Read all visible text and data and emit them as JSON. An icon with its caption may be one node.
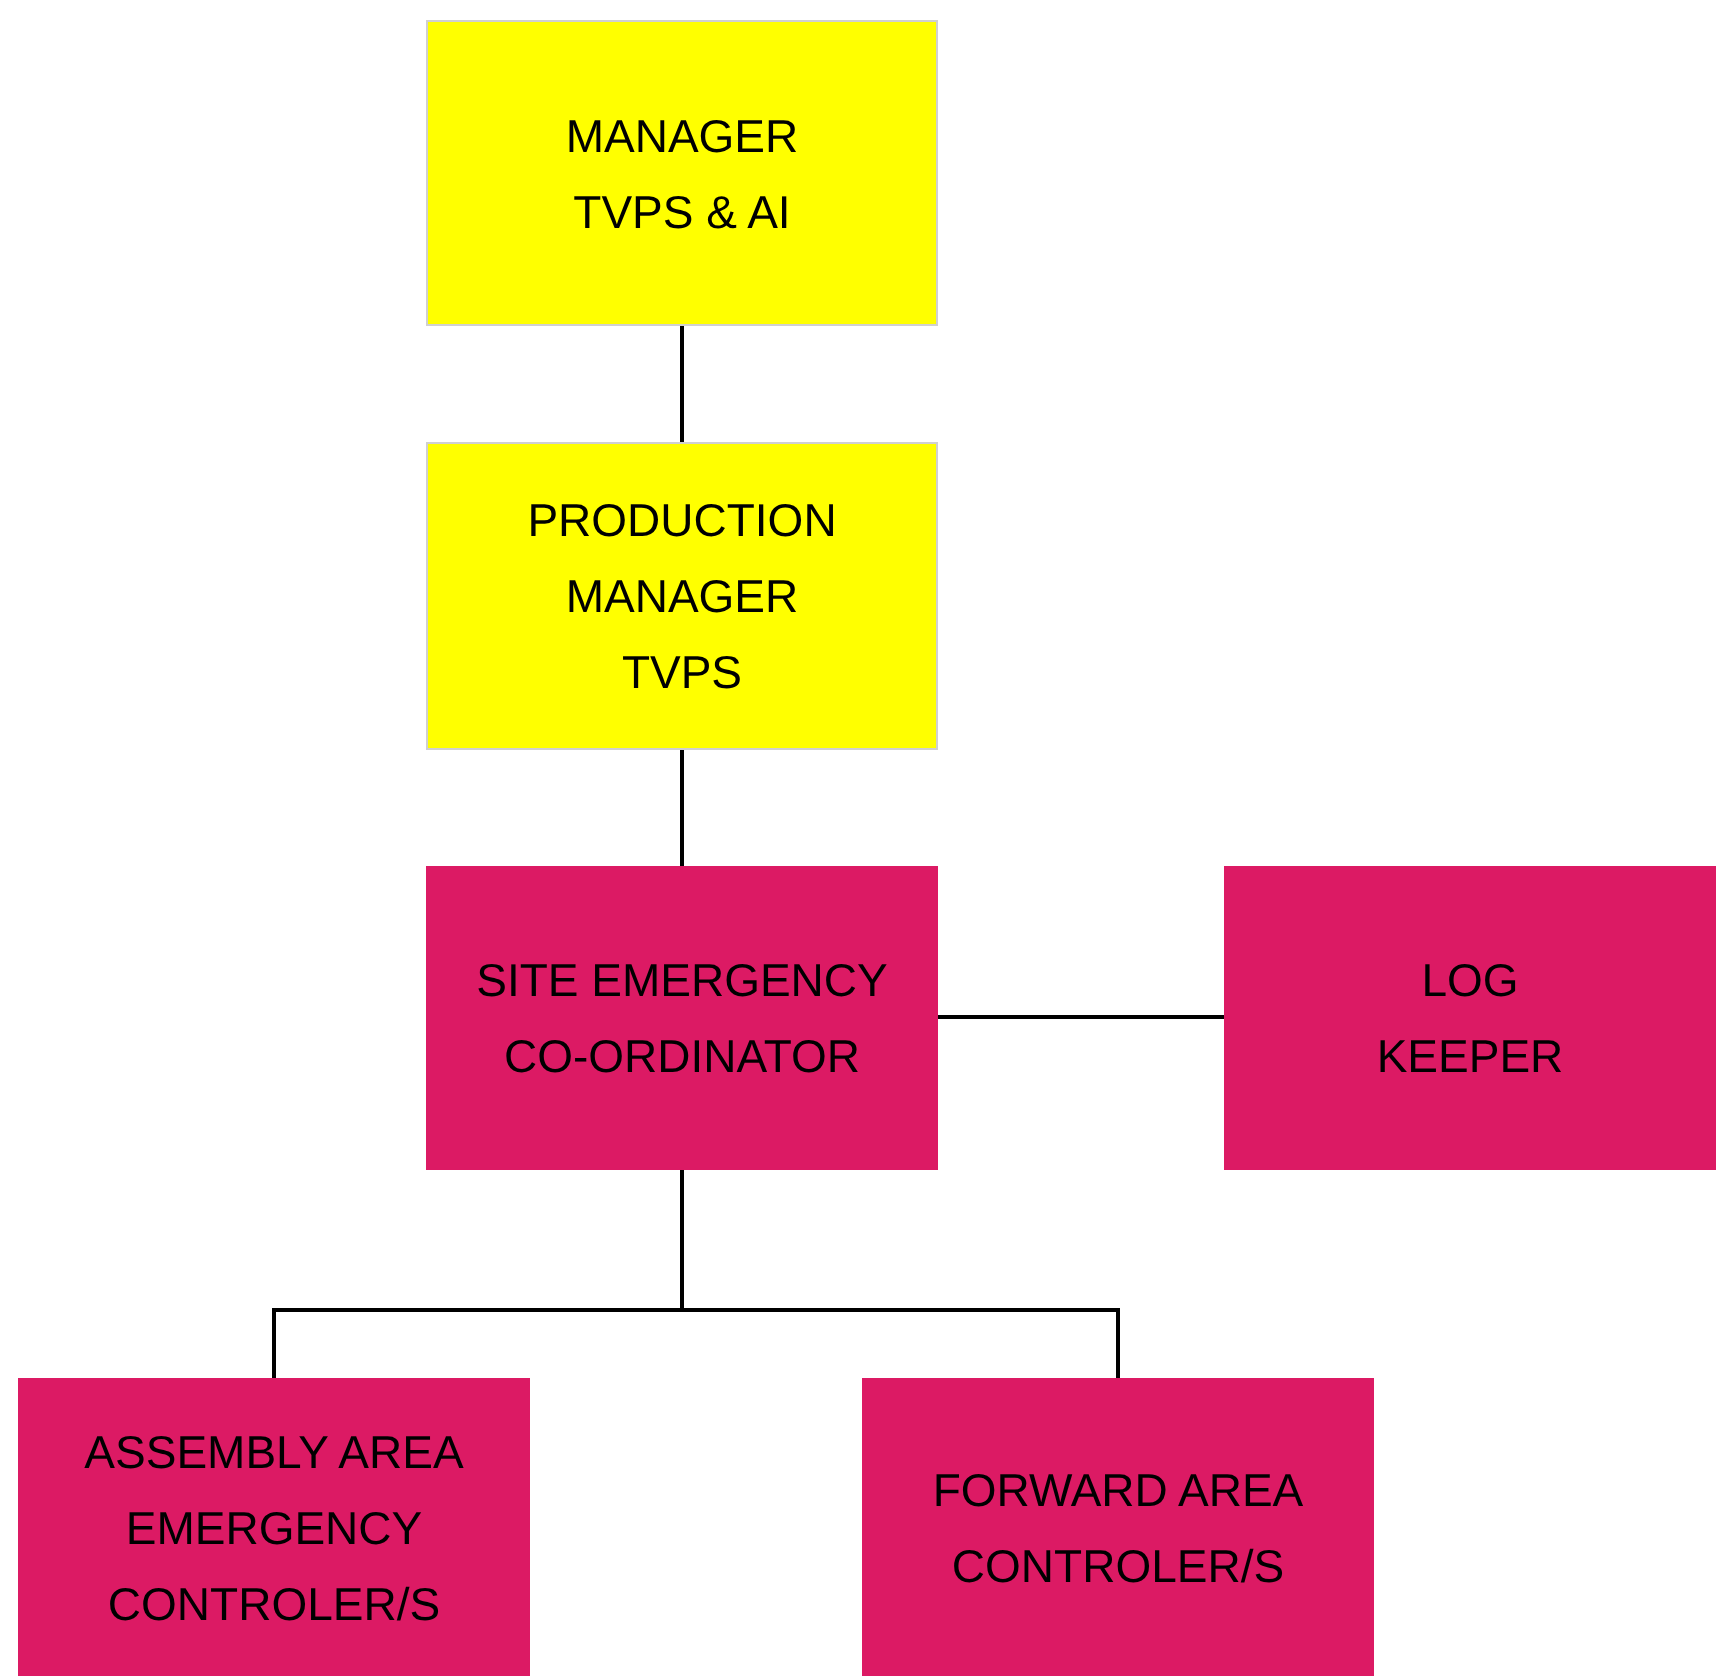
{
  "diagram": {
    "nodes": [
      {
        "text": [
          "MANAGER TVPS & AI"
        ]
      },
      {
        "text": [
          "PRODUCTION MANAGER TVPS"
        ]
      },
      {
        "text": [
          "SITE EMERGENCY CO-ORDINATOR"
        ]
      },
      {
        "text": [
          "LOG KEEPER"
        ]
      },
      {
        "text": [
          "ASSEMBLY AREA EMERGENCY CONTROLER/S"
        ]
      },
      {
        "text": [
          "FORWARD AREA CONTROLER/S"
        ]
      }
    ],
    "edges": [
      {
        "from": 0,
        "to": 1,
        "arrow": "none"
      },
      {
        "from": 1,
        "to": 2,
        "arrow": "none"
      },
      {
        "from": 2,
        "to": 3,
        "arrow": "none"
      },
      {
        "from": 2,
        "to": 4,
        "arrow": "none"
      },
      {
        "from": 2,
        "to": 5,
        "arrow": "none"
      }
    ]
  }
}
